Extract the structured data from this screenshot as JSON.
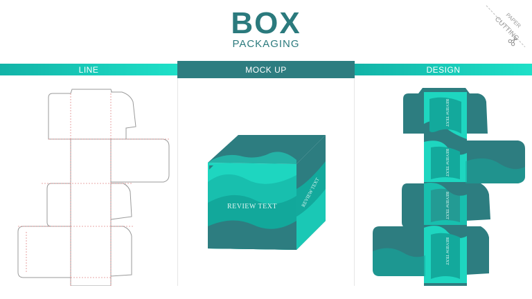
{
  "header": {
    "title": "BOX",
    "subtitle": "PACKAGING",
    "corner_line1": "PAPER",
    "corner_line2": "CUTTING"
  },
  "sections": [
    {
      "label": "LINE"
    },
    {
      "label": "MOCK UP"
    },
    {
      "label": "DESIGN"
    }
  ],
  "mockup": {
    "front_text": "REVIEW TEXT",
    "side_text": "REVIEW TEXT"
  },
  "design": {
    "panel_texts": [
      "REVIEW TEXT",
      "REVIEW TEXT",
      "REVIEW TEXT",
      "REVIEW TEXT"
    ]
  },
  "colors": {
    "primary_dark": "#2d7d80",
    "accent": "#1ed6c0",
    "mid": "#13a99c",
    "cut_line": "#9a9a9a",
    "fold_line": "#e28b8b"
  }
}
